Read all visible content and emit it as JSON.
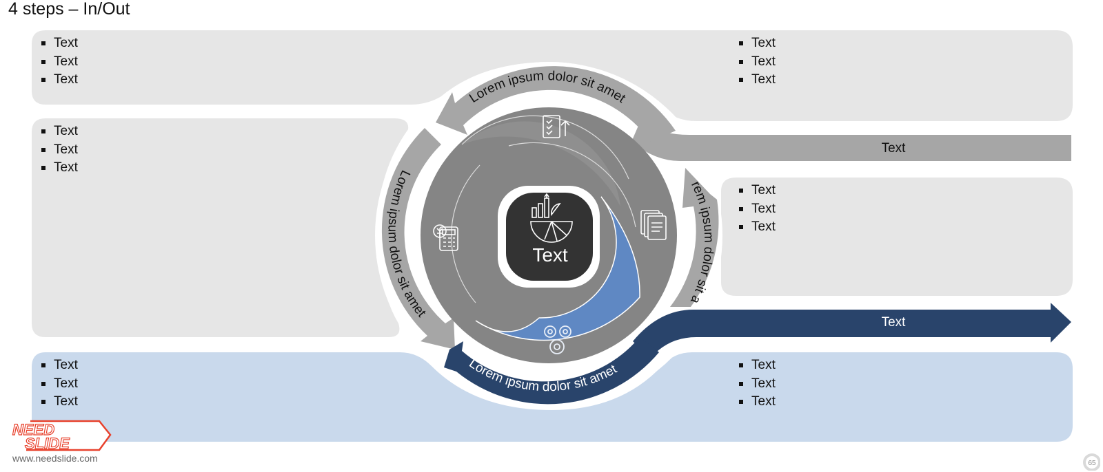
{
  "title": "4 steps – In/Out",
  "panels": {
    "top_left": [
      "Text",
      "Text",
      "Text"
    ],
    "top_right": [
      "Text",
      "Text",
      "Text"
    ],
    "mid_left": [
      "Text",
      "Text",
      "Text"
    ],
    "mid_right": [
      "Text",
      "Text",
      "Text"
    ],
    "bottom_left": [
      "Text",
      "Text",
      "Text"
    ],
    "bottom_right": [
      "Text",
      "Text",
      "Text"
    ]
  },
  "arrows": {
    "top": "Lorem ipsum dolor sit amet",
    "left": "Lorem ipsum dolor sit amet",
    "right": "Lorem ipsum dolor sit amet",
    "bottom": "Lorem ipsum dolor sit amet"
  },
  "output_bars": {
    "gray": "Text",
    "blue": "Text"
  },
  "center_label": "Text",
  "icons": [
    "checklist-icon",
    "documents-icon",
    "gears-icon",
    "calculator-icon",
    "analytics-icon"
  ],
  "footer": {
    "url": "www.needslide.com",
    "logo_line1": "NEED",
    "logo_line2": "SLIDE",
    "page": "65"
  },
  "colors": {
    "panel_gray": "#e6e6e6",
    "panel_blue": "#c9d9ec",
    "ring_gray": "#858585",
    "arrow_gray": "#a6a6a6",
    "accent_blue": "#5f88c3",
    "navy": "#29446b",
    "center_dark": "#333333"
  }
}
